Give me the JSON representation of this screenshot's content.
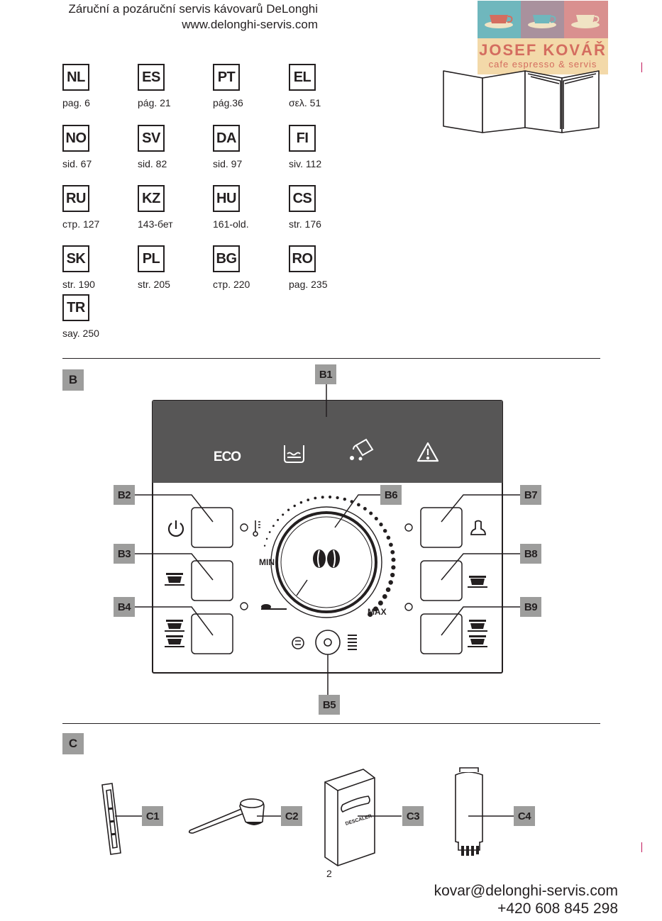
{
  "header": {
    "line1": "Záruční a pozáruční servis kávovarů DeLonghi",
    "line2": "www.delonghi-servis.com"
  },
  "logo": {
    "name": "JOSEF KOVÁŘ",
    "tagline": "cafe espresso & servis",
    "colors": [
      "#6fb7bd",
      "#a9919d",
      "#d9908f"
    ]
  },
  "languages": [
    {
      "code": "NL",
      "page": "pag. 6"
    },
    {
      "code": "ES",
      "page": "pág. 21"
    },
    {
      "code": "PT",
      "page": "pág.36"
    },
    {
      "code": "EL",
      "page": "σελ. 51"
    },
    {
      "code": "NO",
      "page": "sid. 67"
    },
    {
      "code": "SV",
      "page": "sid. 82"
    },
    {
      "code": "DA",
      "page": "sid. 97"
    },
    {
      "code": "FI",
      "page": "siv. 112"
    },
    {
      "code": "RU",
      "page": "стр. 127"
    },
    {
      "code": "KZ",
      "page": "143-бет"
    },
    {
      "code": "HU",
      "page": "161-old."
    },
    {
      "code": "CS",
      "page": "str. 176"
    },
    {
      "code": "SK",
      "page": "str. 190"
    },
    {
      "code": "PL",
      "page": "str. 205"
    },
    {
      "code": "BG",
      "page": "стр. 220"
    },
    {
      "code": "RO",
      "page": "pag. 235"
    },
    {
      "code": "TR",
      "page": "say. 250"
    }
  ],
  "section_b": {
    "label": "B",
    "tags": {
      "b1": "B1",
      "b2": "B2",
      "b3": "B3",
      "b4": "B4",
      "b5": "B5",
      "b6": "B6",
      "b7": "B7",
      "b8": "B8",
      "b9": "B9"
    },
    "display_icons": [
      "eco-icon",
      "water-tank-icon",
      "descale-icon",
      "warning-icon"
    ],
    "eco_text": "ECO",
    "dial_min": "MIN",
    "dial_max": "MAX"
  },
  "section_c": {
    "label": "C",
    "tags": {
      "c1": "C1",
      "c2": "C2",
      "c3": "C3",
      "c4": "C4"
    },
    "descaler_text": "DESCALER"
  },
  "page_number": "2",
  "footer": {
    "email": "kovar@delonghi-servis.com",
    "phone": "+420 608 845 298"
  },
  "colors": {
    "panel": "#575656",
    "tag": "#9d9d9c",
    "ink": "#231f20"
  }
}
